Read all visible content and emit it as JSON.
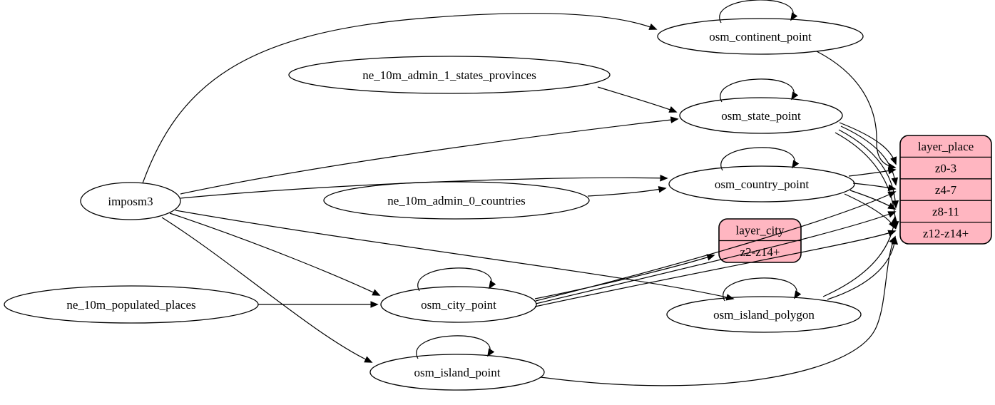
{
  "diagram": {
    "colors": {
      "background": "#ffffff",
      "table_fill": "#ffffff",
      "record_fill": "#ffb6c1",
      "stroke": "#000000",
      "text": "#000000"
    },
    "nodes": [
      {
        "id": "imposm3",
        "label": "imposm3",
        "kind": "source"
      },
      {
        "id": "ne_10m_admin_1_states_provinces",
        "label": "ne_10m_admin_1_states_provinces",
        "kind": "source"
      },
      {
        "id": "ne_10m_admin_0_countries",
        "label": "ne_10m_admin_0_countries",
        "kind": "source"
      },
      {
        "id": "ne_10m_populated_places",
        "label": "ne_10m_populated_places",
        "kind": "source"
      },
      {
        "id": "osm_continent_point",
        "label": "osm_continent_point",
        "kind": "table"
      },
      {
        "id": "osm_state_point",
        "label": "osm_state_point",
        "kind": "table"
      },
      {
        "id": "osm_country_point",
        "label": "osm_country_point",
        "kind": "table"
      },
      {
        "id": "osm_city_point",
        "label": "osm_city_point",
        "kind": "table"
      },
      {
        "id": "osm_island_polygon",
        "label": "osm_island_polygon",
        "kind": "table"
      },
      {
        "id": "osm_island_point",
        "label": "osm_island_point",
        "kind": "table"
      }
    ],
    "records": [
      {
        "id": "layer_place",
        "title": "layer_place",
        "rows": [
          "z0-3",
          "z4-7",
          "z8-11",
          "z12-z14+"
        ]
      },
      {
        "id": "layer_city",
        "title": "layer_city",
        "rows": [
          "z2-z14+"
        ]
      }
    ],
    "edges": [
      {
        "from": "imposm3",
        "to": "osm_continent_point"
      },
      {
        "from": "imposm3",
        "to": "osm_state_point"
      },
      {
        "from": "imposm3",
        "to": "osm_country_point"
      },
      {
        "from": "imposm3",
        "to": "osm_city_point"
      },
      {
        "from": "imposm3",
        "to": "osm_island_polygon"
      },
      {
        "from": "imposm3",
        "to": "osm_island_point"
      },
      {
        "from": "ne_10m_admin_1_states_provinces",
        "to": "osm_state_point"
      },
      {
        "from": "ne_10m_admin_0_countries",
        "to": "osm_country_point"
      },
      {
        "from": "ne_10m_populated_places",
        "to": "osm_city_point"
      },
      {
        "from": "osm_continent_point",
        "to": "osm_continent_point"
      },
      {
        "from": "osm_state_point",
        "to": "osm_state_point"
      },
      {
        "from": "osm_country_point",
        "to": "osm_country_point"
      },
      {
        "from": "osm_city_point",
        "to": "osm_city_point"
      },
      {
        "from": "osm_island_polygon",
        "to": "osm_island_polygon"
      },
      {
        "from": "osm_island_point",
        "to": "osm_island_point"
      },
      {
        "from": "osm_continent_point",
        "to": "layer_place",
        "port": "z0-3"
      },
      {
        "from": "osm_state_point",
        "to": "layer_place",
        "port": "z0-3"
      },
      {
        "from": "osm_state_point",
        "to": "layer_place",
        "port": "z4-7"
      },
      {
        "from": "osm_state_point",
        "to": "layer_place",
        "port": "z8-11"
      },
      {
        "from": "osm_state_point",
        "to": "layer_place",
        "port": "z12-z14+"
      },
      {
        "from": "osm_country_point",
        "to": "layer_place",
        "port": "z0-3"
      },
      {
        "from": "osm_country_point",
        "to": "layer_place",
        "port": "z4-7"
      },
      {
        "from": "osm_country_point",
        "to": "layer_place",
        "port": "z8-11"
      },
      {
        "from": "osm_country_point",
        "to": "layer_place",
        "port": "z12-z14+"
      },
      {
        "from": "osm_city_point",
        "to": "layer_city",
        "port": "z2-z14+"
      },
      {
        "from": "osm_city_point",
        "to": "layer_place",
        "port": "z4-7"
      },
      {
        "from": "osm_city_point",
        "to": "layer_place",
        "port": "z8-11"
      },
      {
        "from": "osm_city_point",
        "to": "layer_place",
        "port": "z12-z14+"
      },
      {
        "from": "osm_island_polygon",
        "to": "layer_place",
        "port": "z8-11"
      },
      {
        "from": "osm_island_polygon",
        "to": "layer_place",
        "port": "z12-z14+"
      },
      {
        "from": "osm_island_point",
        "to": "layer_place",
        "port": "z12-z14+"
      }
    ]
  }
}
